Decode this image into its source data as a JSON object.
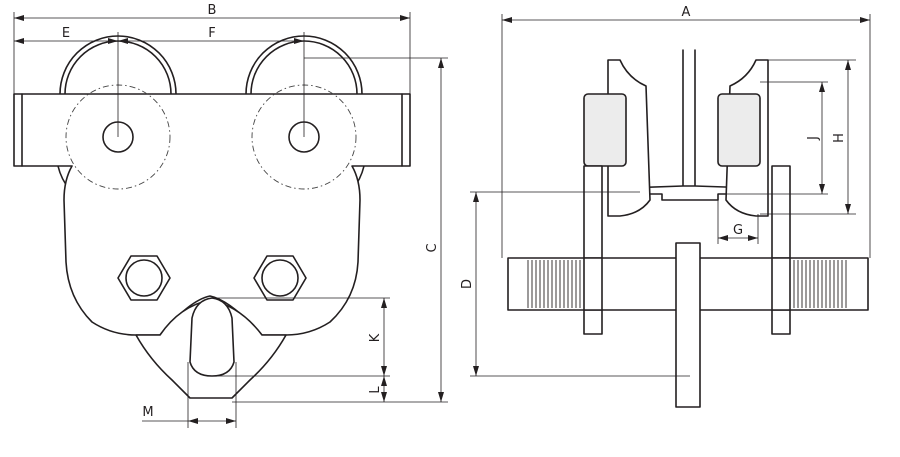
{
  "dimension_labels": {
    "A": "A",
    "B": "B",
    "C": "C",
    "D": "D",
    "E": "E",
    "F": "F",
    "G": "G",
    "H": "H",
    "J": "J",
    "K": "K",
    "L": "L",
    "M": "M"
  },
  "colors": {
    "line": "#231f20",
    "shade": "#ececec"
  }
}
